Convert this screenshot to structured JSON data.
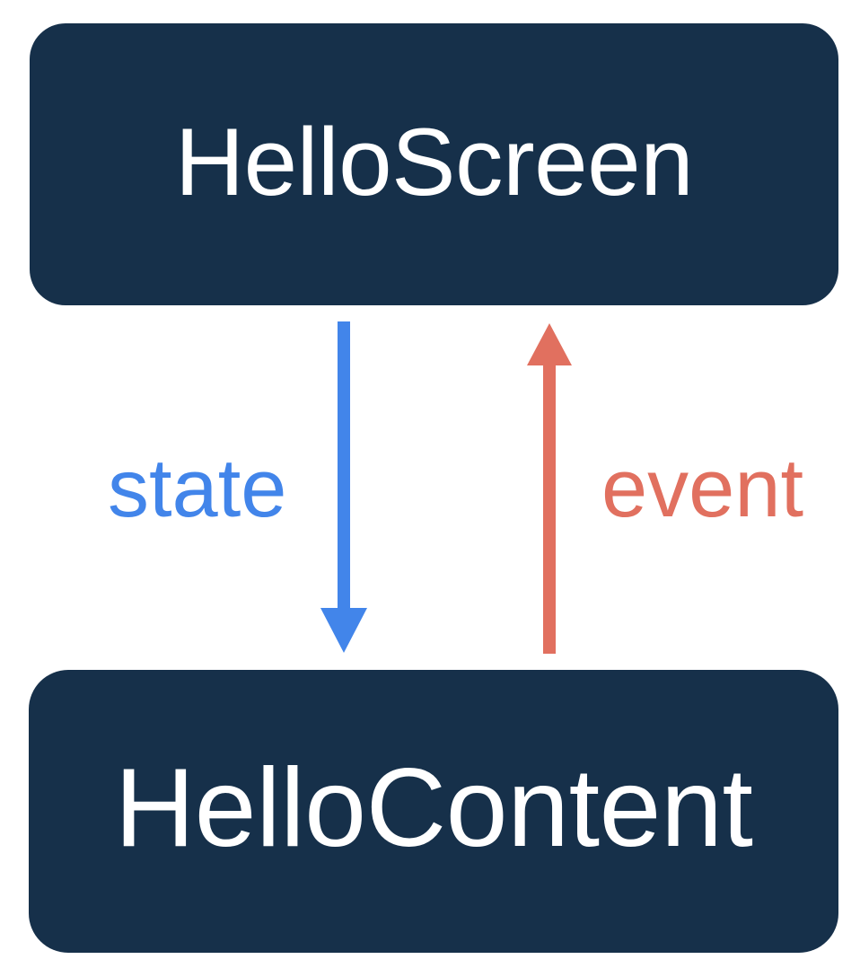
{
  "diagram": {
    "title": "HelloScreen / HelloContent unidirectional data flow",
    "background_color": "#ffffff",
    "node_fill_color": "#16304a",
    "node_text_color": "#ffffff",
    "nodes": [
      {
        "id": "hello-screen",
        "label": "HelloScreen",
        "role": "parent-composable"
      },
      {
        "id": "hello-content",
        "label": "HelloContent",
        "role": "child-composable"
      }
    ],
    "edges": [
      {
        "id": "state-edge",
        "label": "state",
        "color": "#4285ea",
        "direction": "down",
        "from": "hello-screen",
        "to": "hello-content"
      },
      {
        "id": "event-edge",
        "label": "event",
        "color": "#e1705f",
        "direction": "up",
        "from": "hello-content",
        "to": "hello-screen"
      }
    ]
  }
}
